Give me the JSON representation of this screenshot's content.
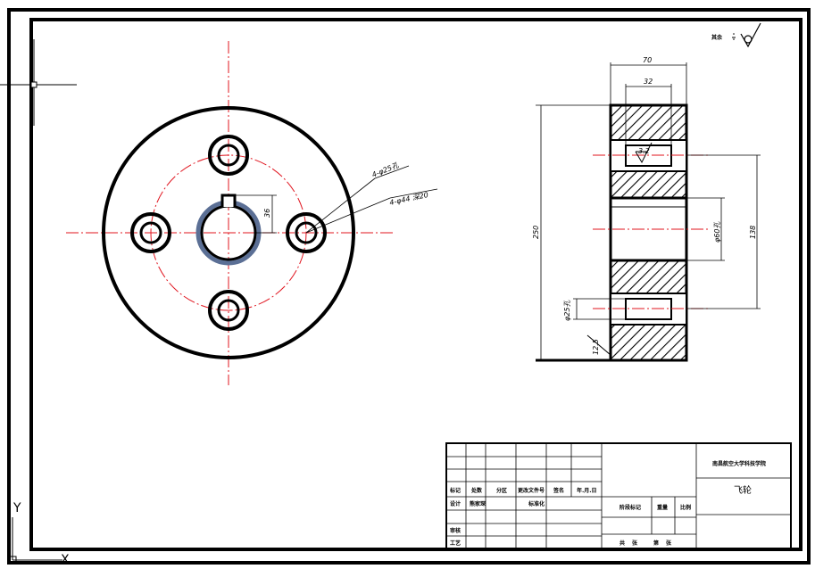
{
  "drawing": {
    "roughness_note": "其余",
    "part_name": "飞轮",
    "school": "南昌航空大学科技学院"
  },
  "front_view": {
    "hole_small_label": "4-φ25孔",
    "hole_large_label": "4-φ44 深20",
    "key_dim": "36"
  },
  "section_view": {
    "width_dim": "70",
    "recess_dim": "32",
    "height_dim": "250",
    "bolt_circle_dim": "138",
    "bore_dim": "φ60孔",
    "small_hole_dim": "φ25孔",
    "recess_roughness": "3.2",
    "outer_roughness": "12.5"
  },
  "title_block": {
    "row1": [
      "标记",
      "处数",
      "分区",
      "更改文件号",
      "签名",
      "年.月.日"
    ],
    "row2": [
      "设计",
      "熊家琛",
      "",
      "标准化"
    ],
    "row3": [
      "审核"
    ],
    "row4": [
      "工艺"
    ],
    "stage_labels": [
      "阶段标记",
      "重量",
      "比例"
    ],
    "sheet_labels": [
      "共",
      "张",
      "第",
      "张"
    ]
  },
  "ucs": {
    "y_label": "Y",
    "x_label": "X"
  }
}
